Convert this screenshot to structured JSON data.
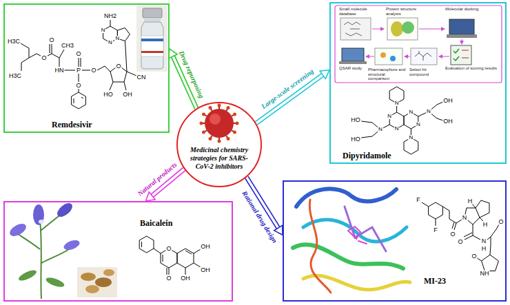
{
  "diagram": {
    "nodes": [
      {
        "text": [
          "Remdesivir"
        ]
      },
      {
        "text": [
          "Dipyridamole"
        ]
      },
      {
        "text": [
          "Medicinal chemistry strategies for SARS-CoV-2 inhibitors"
        ]
      },
      {
        "text": [
          "Baicalein"
        ]
      },
      {
        "text": [
          "MI-23"
        ]
      }
    ],
    "edges": [
      {
        "from": 2,
        "to": 0,
        "label": "Drug repurposing",
        "arrow": "to"
      },
      {
        "from": 2,
        "to": 1,
        "label": "Large-scale screening",
        "arrow": "to"
      },
      {
        "from": 2,
        "to": 3,
        "label": "Natural products",
        "arrow": "to"
      },
      {
        "from": 2,
        "to": 4,
        "label": "Rational drug design",
        "arrow": "to"
      }
    ],
    "labels": [
      "H3C",
      "H3C",
      "O",
      "O",
      "CH3",
      "HN",
      "P",
      "O",
      "O",
      "O",
      "O",
      "CN",
      "HO",
      "OH",
      "NH2",
      "N",
      "N",
      "N",
      "Small molecule database",
      "Protein structure analysis",
      "Molecular docking",
      "QSAR study",
      "Pharmacophore and structural comparison",
      "Select hit compound",
      "Evaluation of scoring results",
      "N",
      "N",
      "N",
      "OH",
      "N",
      "OH",
      "HO",
      "N",
      "HO",
      "N",
      "N",
      "N",
      "OH",
      "O",
      "OH",
      "O",
      "OH",
      "F",
      "H",
      "N",
      "O",
      "H",
      "F",
      "O",
      "N",
      "O",
      "H",
      "O",
      "NH"
    ]
  }
}
